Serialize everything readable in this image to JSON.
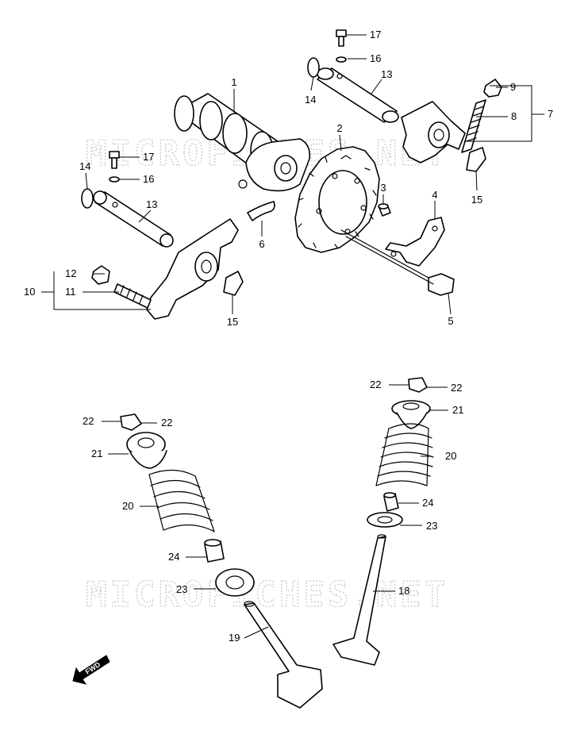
{
  "watermark": "MICROFICHES.NET",
  "fwd_label": "FWD",
  "callouts": [
    {
      "id": "c1",
      "label": "1"
    },
    {
      "id": "c2",
      "label": "2"
    },
    {
      "id": "c3",
      "label": "3"
    },
    {
      "id": "c4",
      "label": "4"
    },
    {
      "id": "c5",
      "label": "5"
    },
    {
      "id": "c6",
      "label": "6"
    },
    {
      "id": "c7",
      "label": "7"
    },
    {
      "id": "c8",
      "label": "8"
    },
    {
      "id": "c9",
      "label": "9"
    },
    {
      "id": "c10",
      "label": "10"
    },
    {
      "id": "c11",
      "label": "11"
    },
    {
      "id": "c12",
      "label": "12"
    },
    {
      "id": "c13a",
      "label": "13"
    },
    {
      "id": "c13b",
      "label": "13"
    },
    {
      "id": "c14a",
      "label": "14"
    },
    {
      "id": "c14b",
      "label": "14"
    },
    {
      "id": "c15a",
      "label": "15"
    },
    {
      "id": "c15b",
      "label": "15"
    },
    {
      "id": "c16a",
      "label": "16"
    },
    {
      "id": "c16b",
      "label": "16"
    },
    {
      "id": "c17a",
      "label": "17"
    },
    {
      "id": "c17b",
      "label": "17"
    },
    {
      "id": "c18",
      "label": "18"
    },
    {
      "id": "c19",
      "label": "19"
    },
    {
      "id": "c20a",
      "label": "20"
    },
    {
      "id": "c20b",
      "label": "20"
    },
    {
      "id": "c21a",
      "label": "21"
    },
    {
      "id": "c21b",
      "label": "21"
    },
    {
      "id": "c22a",
      "label": "22"
    },
    {
      "id": "c22b",
      "label": "22"
    },
    {
      "id": "c22c",
      "label": "22"
    },
    {
      "id": "c22d",
      "label": "22"
    },
    {
      "id": "c23a",
      "label": "23"
    },
    {
      "id": "c23b",
      "label": "23"
    },
    {
      "id": "c24a",
      "label": "24"
    },
    {
      "id": "c24b",
      "label": "24"
    }
  ]
}
